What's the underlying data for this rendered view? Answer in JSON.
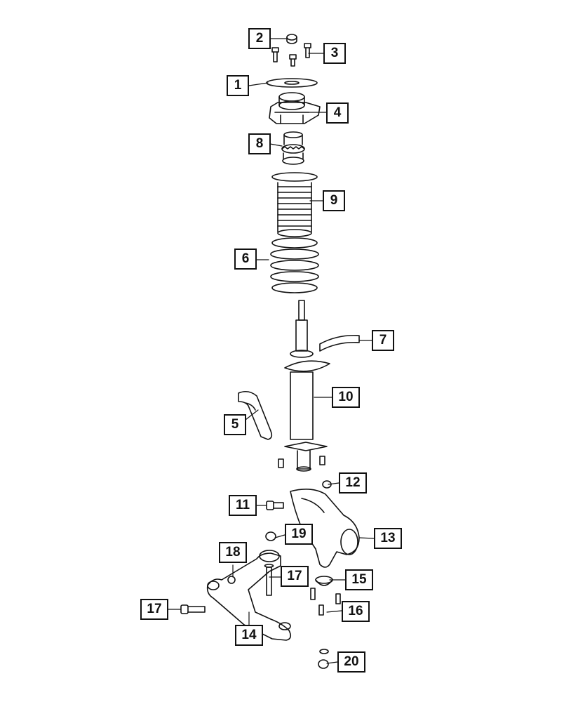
{
  "diagram": {
    "callouts": {
      "c1": "1",
      "c2": "2",
      "c3": "3",
      "c4": "4",
      "c5": "5",
      "c6": "6",
      "c7": "7",
      "c8": "8",
      "c9": "9",
      "c10": "10",
      "c11": "11",
      "c12": "12",
      "c13": "13",
      "c14": "14",
      "c15": "15",
      "c16": "16",
      "c17a": "17",
      "c17b": "17",
      "c18": "18",
      "c19": "19",
      "c20": "20"
    },
    "colors": {
      "ink": "#111111",
      "paper": "#ffffff"
    },
    "parts": [
      "upper-nut",
      "mount-bolts",
      "mount-plate",
      "strut-mount",
      "bump-stop-bearing",
      "dust-boot",
      "coil-spring",
      "spring-isolator",
      "strut-assembly",
      "bracket",
      "knuckle-bolt",
      "knuckle-nut",
      "steering-knuckle",
      "lower-control-arm",
      "ball-joint",
      "ball-joint-bolts",
      "arm-bolt",
      "arm-nut",
      "bushing-nut",
      "hub-nut"
    ]
  }
}
